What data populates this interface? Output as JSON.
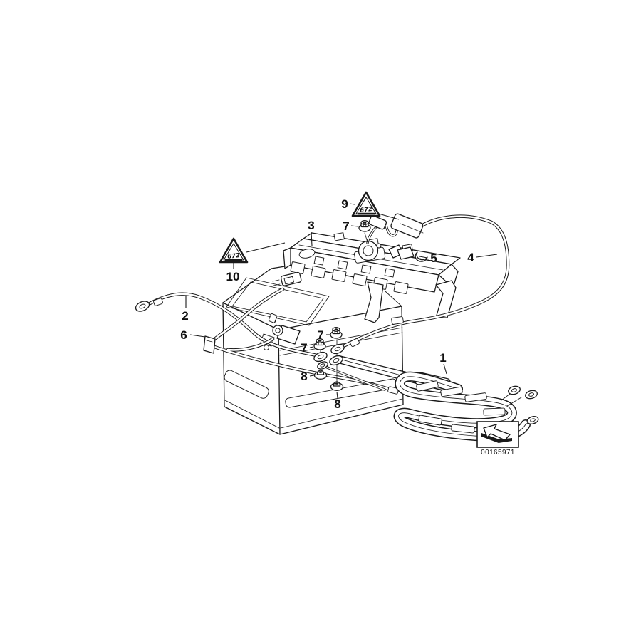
{
  "colors": {
    "line": "#1a1a1a",
    "background": "#ffffff"
  },
  "diagram": {
    "type": "exploded-parts-diagram",
    "subject": "battery with positive and negative battery cables",
    "callouts": {
      "c1": "1",
      "c2": "2",
      "c3": "3",
      "c4": "4",
      "c5": "5",
      "c6": "6",
      "c7a": "7",
      "c7b": "7",
      "c7c": "7",
      "c8a": "8",
      "c8b": "8",
      "c9": "9",
      "c10": "10"
    },
    "warning_triangles": [
      {
        "text": "672",
        "icon": "warning-triangle-icon"
      },
      {
        "text": "672",
        "icon": "warning-triangle-icon"
      }
    ],
    "stamp": {
      "part_number": "00165971",
      "icon": "page-arrow-icon"
    }
  }
}
